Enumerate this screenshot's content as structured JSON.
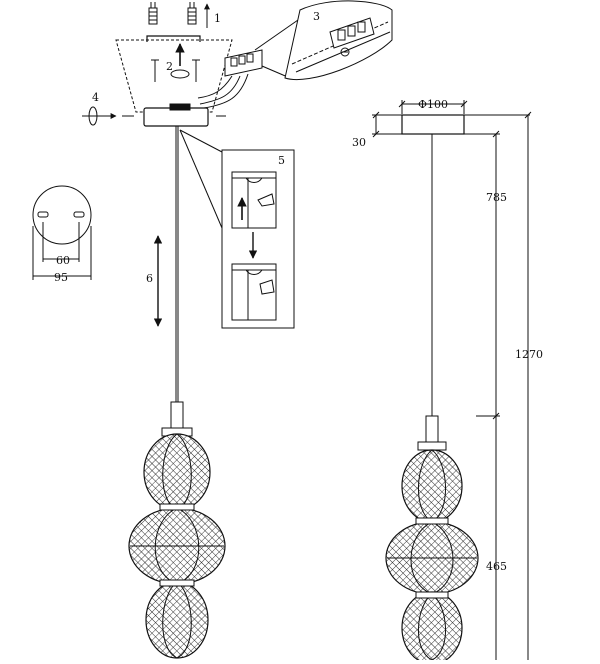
{
  "steps": {
    "s1": "1",
    "s2": "2",
    "s3": "3",
    "s4": "4",
    "s5": "5",
    "s6": "6"
  },
  "mount_plate": {
    "hole_spacing": "60",
    "diameter": "95"
  },
  "dimensions": {
    "canopy_diameter": "Φ100",
    "canopy_height": "30",
    "cable_length": "785",
    "total_height": "1270",
    "shade_height": "465"
  },
  "colors": {
    "line": "#111111",
    "mesh": "#333333",
    "background": "#ffffff"
  }
}
